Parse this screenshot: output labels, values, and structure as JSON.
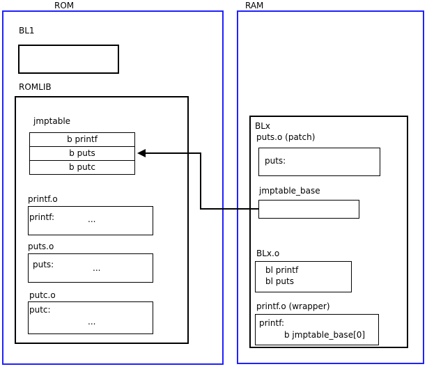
{
  "diagram": {
    "title": "ROM / RAM jump table patching diagram",
    "accent_color": "#2020ff",
    "line_color": "#000000",
    "background": "#ffffff"
  },
  "rom": {
    "label": "ROM",
    "bl1": {
      "label": "BL1",
      "body": ""
    },
    "romlib": {
      "label": "ROMLIB",
      "jmptable": {
        "label": "jmptable",
        "entries": [
          "b printf",
          "b puts",
          "b putc"
        ]
      },
      "objects": [
        {
          "label": "printf.o",
          "symbol": "printf:",
          "ellipsis": "..."
        },
        {
          "label": "puts.o",
          "symbol": "puts:",
          "ellipsis": "..."
        },
        {
          "label": "putc.o",
          "symbol": "putc:",
          "ellipsis": "..."
        }
      ]
    }
  },
  "ram": {
    "label": "RAM",
    "blx": {
      "label": "BLx",
      "puts_patch": {
        "label": "puts.o (patch)",
        "symbol": "puts:"
      },
      "jmptable_base": {
        "label": "jmptable_base",
        "body": ""
      },
      "blx_o": {
        "label": "BLx.o",
        "lines": [
          "bl printf",
          "bl puts"
        ]
      },
      "printf_wrapper": {
        "label": "printf.o (wrapper)",
        "symbol": "printf:",
        "instruction": "b jmptable_base[0]"
      }
    }
  },
  "connector": {
    "name": "jmptable-base-to-b-puts",
    "from": "jmptable_base",
    "to": "b puts"
  }
}
